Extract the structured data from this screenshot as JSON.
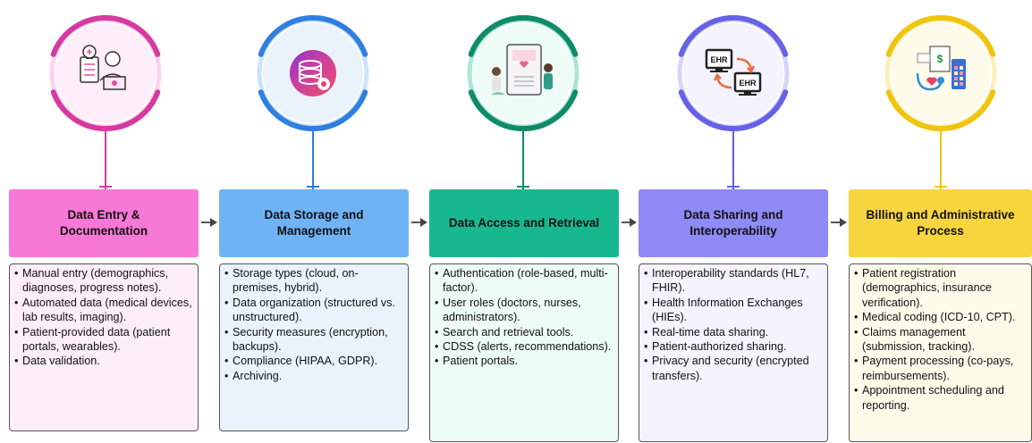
{
  "stages": [
    {
      "id": "stage-1",
      "title_lines": [
        "Data Entry &",
        "Documentation"
      ],
      "color": "#f77ed1",
      "ring_color": "#d63aa0",
      "header_fill": "#f778d6",
      "body_fill": "#fdeef9",
      "icon": "clipboard-doctor-laptop-icon",
      "items": [
        "Manual entry (demographics, diagnoses, progress notes).",
        "Automated data (medical devices, lab results, imaging).",
        "Patient-provided data (patient portals, wearables).",
        "Data validation."
      ]
    },
    {
      "id": "stage-2",
      "title_lines": [
        "Data Storage and",
        "Management"
      ],
      "color": "#6aaef0",
      "ring_color": "#2f7fe0",
      "header_fill": "#6fb3f5",
      "body_fill": "#eaf3fc",
      "icon": "database-icon",
      "items": [
        "Storage types (cloud, on-premises, hybrid).",
        "Data organization (structured vs. unstructured).",
        "Security measures (encryption, backups).",
        "Compliance (HIPAA, GDPR).",
        "Archiving."
      ]
    },
    {
      "id": "stage-3",
      "title_lines": [
        "Data Access and Retrieval"
      ],
      "color": "#15b58a",
      "ring_color": "#0e8c68",
      "header_fill": "#17b890",
      "body_fill": "#eefcf6",
      "icon": "tablet-doctor-patient-icon",
      "items": [
        "Authentication (role-based, multi-factor).",
        "User roles (doctors, nurses, administrators).",
        "Search and retrieval tools.",
        "CDSS (alerts, recommendations).",
        "Patient portals."
      ]
    },
    {
      "id": "stage-4",
      "title_lines": [
        "Data Sharing and",
        "Interoperability"
      ],
      "color": "#8b86f2",
      "ring_color": "#6761e6",
      "header_fill": "#8f8af5",
      "body_fill": "#f4f3fe",
      "icon": "ehr-exchange-icon",
      "icon_labels": [
        "EHR",
        "EHR"
      ],
      "items": [
        "Interoperability standards (HL7, FHIR).",
        "Health Information Exchanges (HIEs).",
        "Real-time data sharing.",
        "Patient-authorized sharing.",
        "Privacy and security (encrypted transfers)."
      ]
    },
    {
      "id": "stage-5",
      "title_lines": [
        "Billing and Administrative",
        "Process"
      ],
      "color": "#f7d33a",
      "ring_color": "#f1c40f",
      "header_fill": "#f8d53d",
      "body_fill": "#fefbea",
      "icon": "billing-calculator-stethoscope-icon",
      "items": [
        "Patient registration (demographics, insurance verification).",
        "Medical coding (ICD-10, CPT).",
        "Claims management (submission, tracking).",
        "Payment processing (co-pays, reimbursements).",
        "Appointment scheduling and reporting."
      ]
    }
  ]
}
